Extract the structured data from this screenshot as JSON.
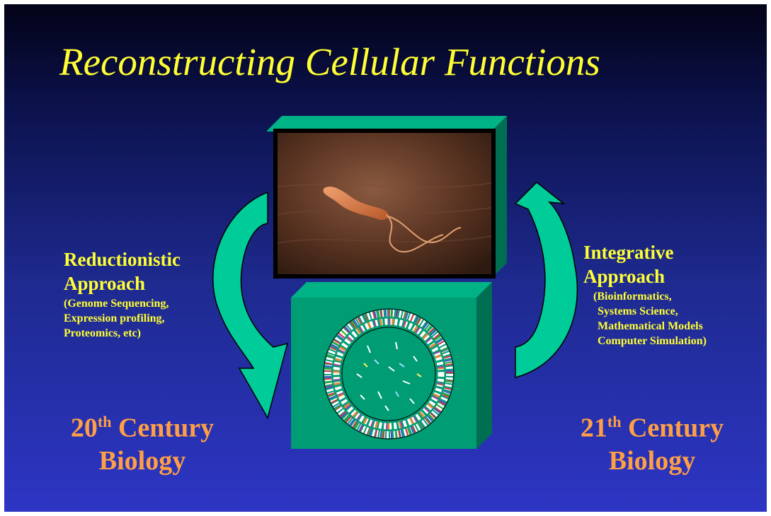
{
  "title": "Reconstructing Cellular Functions",
  "left": {
    "heading_line1": "Reductionistic",
    "heading_line2": "Approach",
    "details": [
      "(Genome Sequencing,",
      "Expression profiling,",
      "Proteomics, etc)"
    ],
    "century_number": "20",
    "century_suffix": "th",
    "century_word": "Century",
    "century_line2": "Biology"
  },
  "right": {
    "heading_line1": "Integrative",
    "heading_line2": "Approach",
    "details": [
      "(Bioinformatics,",
      "Systems Science,",
      "Mathematical Models",
      "Computer Simulation)"
    ],
    "century_number": "21",
    "century_suffix": "th",
    "century_word": "Century",
    "century_line2": "Biology"
  },
  "colors": {
    "title": "#ffff33",
    "labels": "#ffff33",
    "century": "#ff9f45",
    "arrows": "#00cc99",
    "box_front": "#009c73",
    "box_top": "#00b386",
    "box_side": "#006e50"
  },
  "images": [
    "bacterium-micrograph",
    "circular-genome-map"
  ]
}
